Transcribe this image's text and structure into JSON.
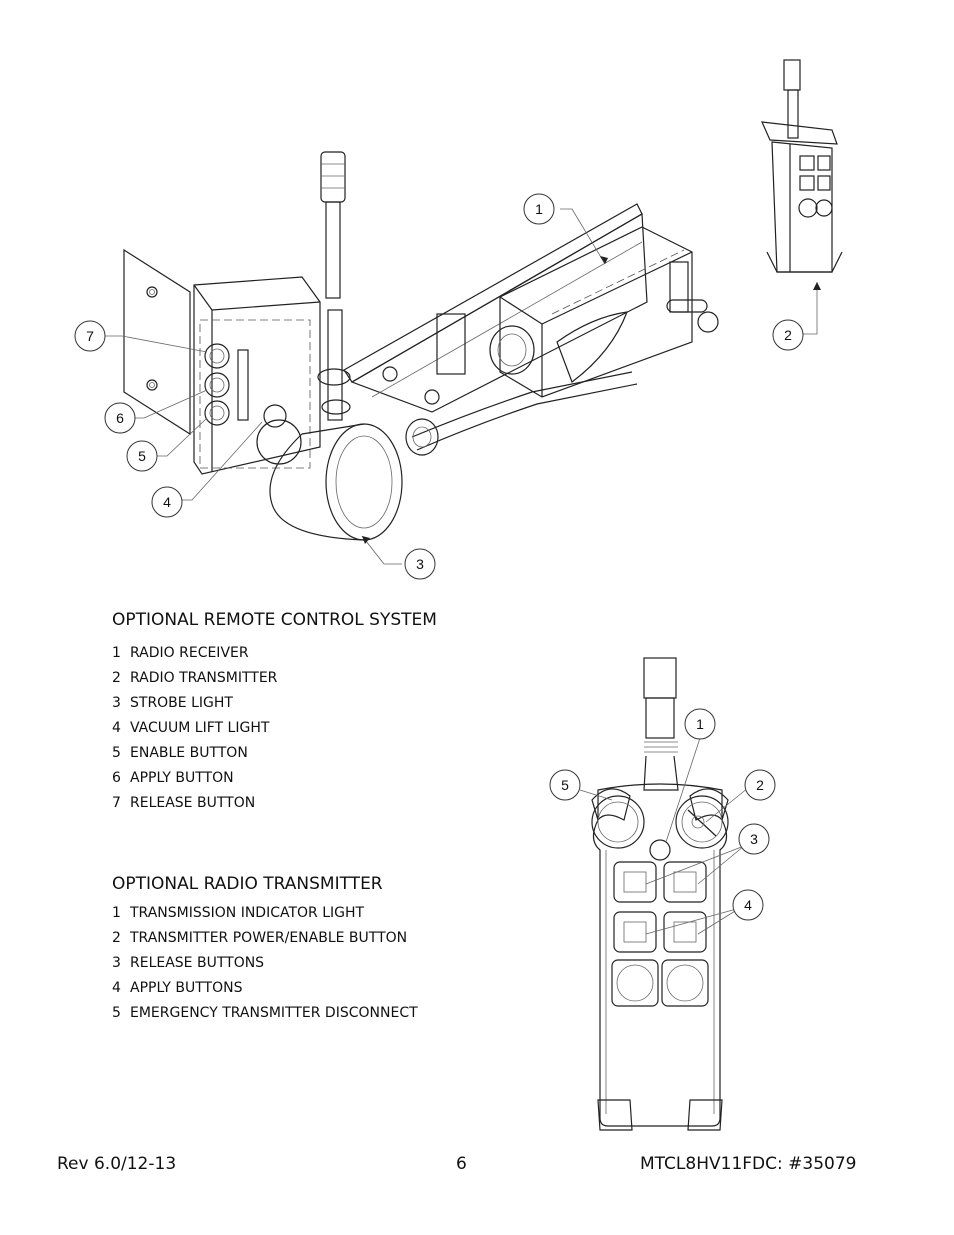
{
  "figure1": {
    "callouts": [
      "1",
      "2",
      "3",
      "4",
      "5",
      "6",
      "7"
    ]
  },
  "section1": {
    "title": "OPTIONAL REMOTE CONTROL SYSTEM",
    "items": [
      {
        "num": "1",
        "label": "RADIO RECEIVER"
      },
      {
        "num": "2",
        "label": "RADIO TRANSMITTER"
      },
      {
        "num": "3",
        "label": "STROBE LIGHT"
      },
      {
        "num": "4",
        "label": "VACUUM LIFT LIGHT"
      },
      {
        "num": "5",
        "label": "ENABLE BUTTON"
      },
      {
        "num": "6",
        "label": "APPLY BUTTON"
      },
      {
        "num": "7",
        "label": "RELEASE BUTTON"
      }
    ]
  },
  "section2": {
    "title": "OPTIONAL RADIO TRANSMITTER",
    "items": [
      {
        "num": "1",
        "label": "TRANSMISSION INDICATOR LIGHT"
      },
      {
        "num": "2",
        "label": "TRANSMITTER POWER/ENABLE BUTTON"
      },
      {
        "num": "3",
        "label": "RELEASE BUTTONS"
      },
      {
        "num": "4",
        "label": "APPLY BUTTONS"
      },
      {
        "num": "5",
        "label": "EMERGENCY TRANSMITTER DISCONNECT"
      }
    ]
  },
  "figure2": {
    "callouts": [
      "1",
      "2",
      "3",
      "4",
      "5"
    ]
  },
  "footer": {
    "revision": "Rev 6.0/12-13",
    "page_number": "6",
    "model": "MTCL8HV11FDC: #35079"
  }
}
